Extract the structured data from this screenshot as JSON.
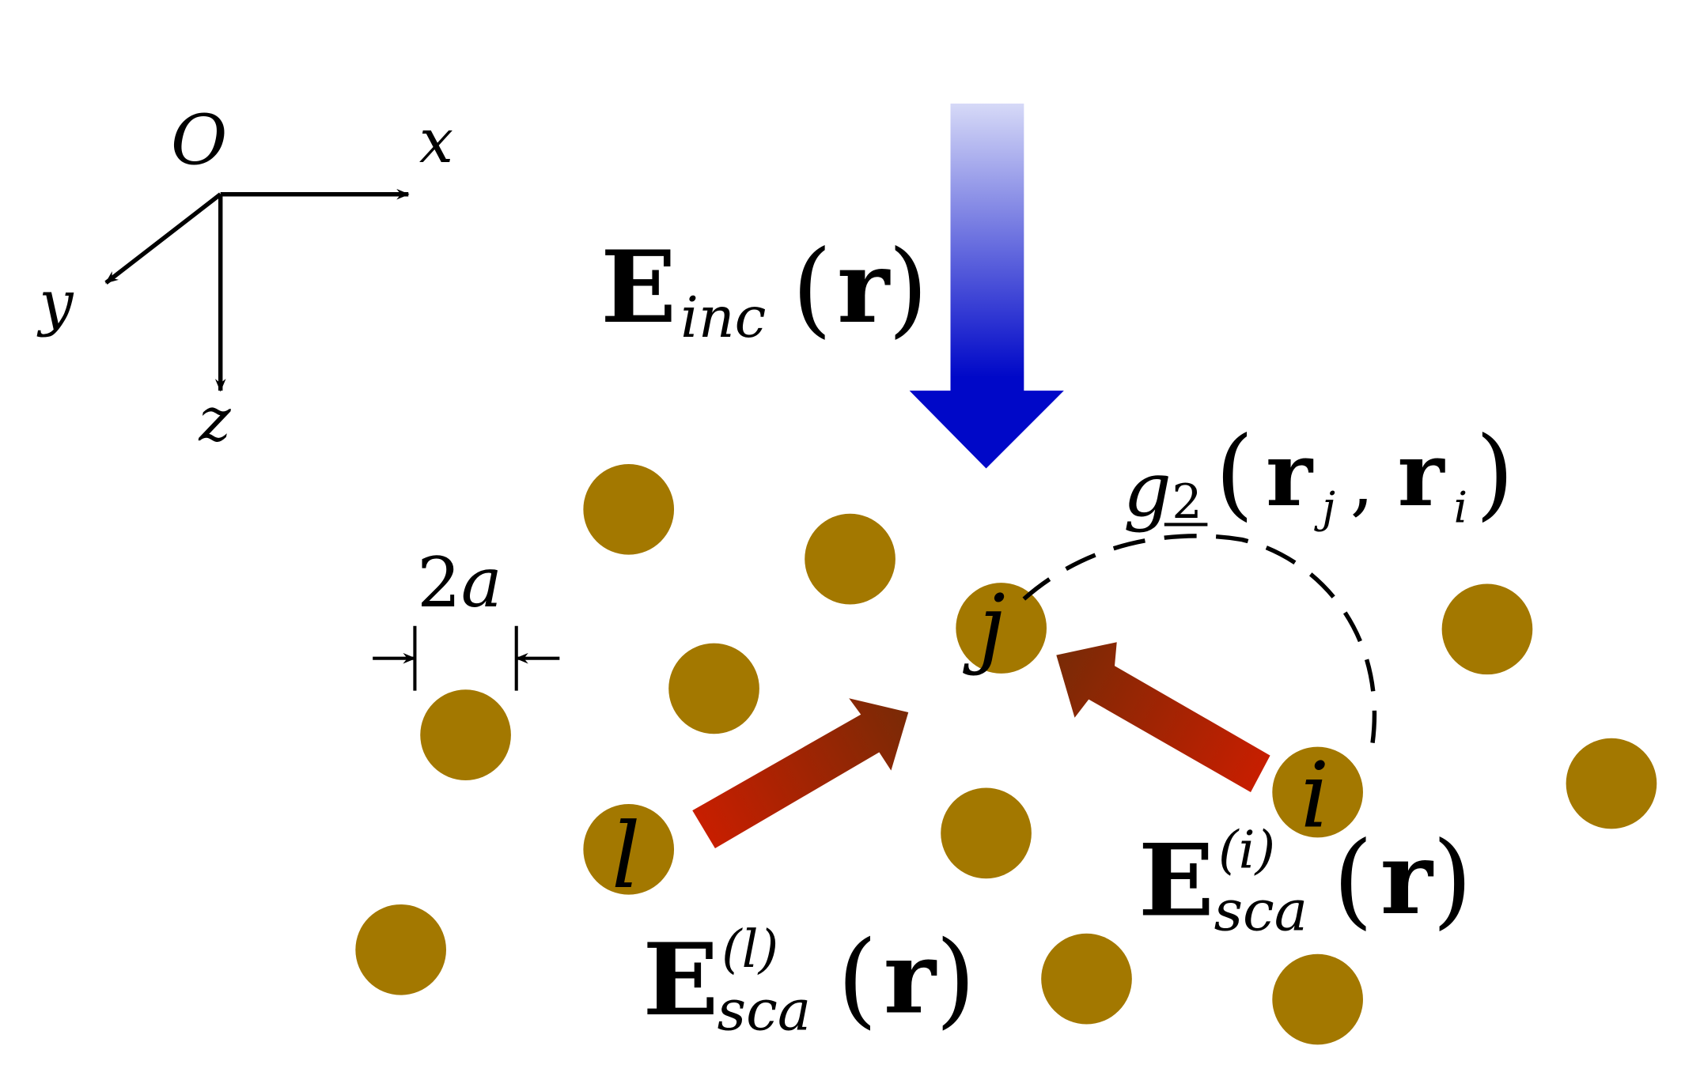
{
  "colors": {
    "particle": "#a37800",
    "scatter_arrow_start": "#c81e00",
    "scatter_arrow_end": "#7a2a06",
    "incident_arrow_top": "#d6d9f7",
    "incident_arrow_bottom": "#0008c8",
    "ink": "#000000"
  },
  "axes": {
    "origin": "O",
    "x": "x",
    "y": "y",
    "z": "z"
  },
  "diameter_label": {
    "coef": "2",
    "var": "a"
  },
  "incident": {
    "field": "E",
    "sub": "inc",
    "lparen": "(",
    "arg": "r",
    "rparen": ")"
  },
  "correlation": {
    "g": "g",
    "sub": "2",
    "lparen": "(",
    "r1": "r",
    "sub1": "j",
    "comma": ",",
    "r2": "r",
    "sub2": "i",
    "rparen": ")"
  },
  "particle_labels": {
    "j": "j",
    "l": "l",
    "i": "i"
  },
  "scattered_i": {
    "field": "E",
    "sup": "(i)",
    "sub": "sca",
    "lparen": "(",
    "arg": "r",
    "rparen": ")"
  },
  "scattered_l": {
    "field": "E",
    "sup": "(l)",
    "sub": "sca",
    "lparen": "(",
    "arg": "r",
    "rparen": ")"
  }
}
